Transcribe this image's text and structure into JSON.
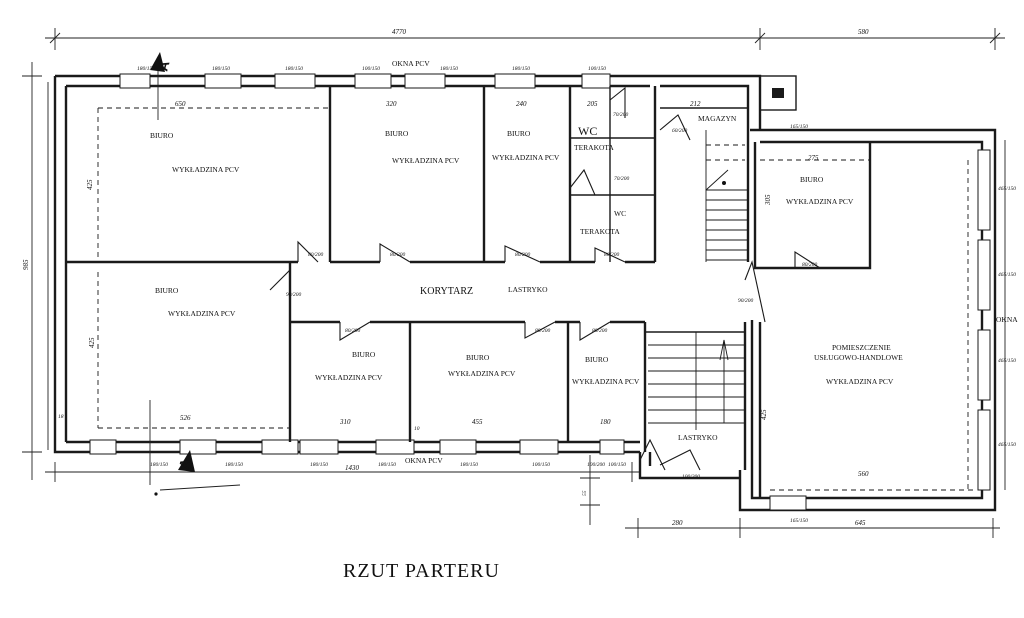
{
  "title": "RZUT PARTERU",
  "section_marker": "A",
  "dimensions": {
    "overall_left": "4770",
    "overall_right": "580",
    "height_total": "985",
    "bottom_left": "1430",
    "bottom_right_a": "280",
    "bottom_right_b": "645",
    "office1_width": "650",
    "office1_height": "425",
    "office2_width": "320",
    "office3_width": "240",
    "wc_width": "205",
    "stair_width": "212",
    "shop_top_width": "275",
    "shop_top_height": "305",
    "lower_left_height": "425",
    "lower_left_width": "526",
    "lower_office_a": "310",
    "lower_office_b": "455",
    "lower_office_c": "180",
    "shop_width": "560",
    "shop_height": "425",
    "small_a": "18",
    "small_b": "10",
    "small_c": "55"
  },
  "window_tags": {
    "w180_150": "180\n150",
    "w100_150": "100\n150",
    "w465_150": "465\n150",
    "w165_150": "165\n150"
  },
  "door_tags": {
    "d80_200": "80\n200",
    "d90_200": "90\n200",
    "d70_200": "70\n200",
    "d60_200": "60\n200",
    "d100_200": "100\n200"
  },
  "labels": {
    "okna_top": "OKNA PCV",
    "okna_bottom": "OKNA PCV",
    "okna_right": "OKNA",
    "biuro": "BIURO",
    "wykladzina": "WYKŁADZINA PCV",
    "wc": "WC",
    "terakota": "TERAKOTA",
    "magazyn": "MAGAZYN",
    "korytarz": "KORYTARZ",
    "lastryko": "LASTRYKO",
    "shop_line1": "POMIESZCZENIE",
    "shop_line2": "USŁUGOWO-HANDLOWE"
  }
}
